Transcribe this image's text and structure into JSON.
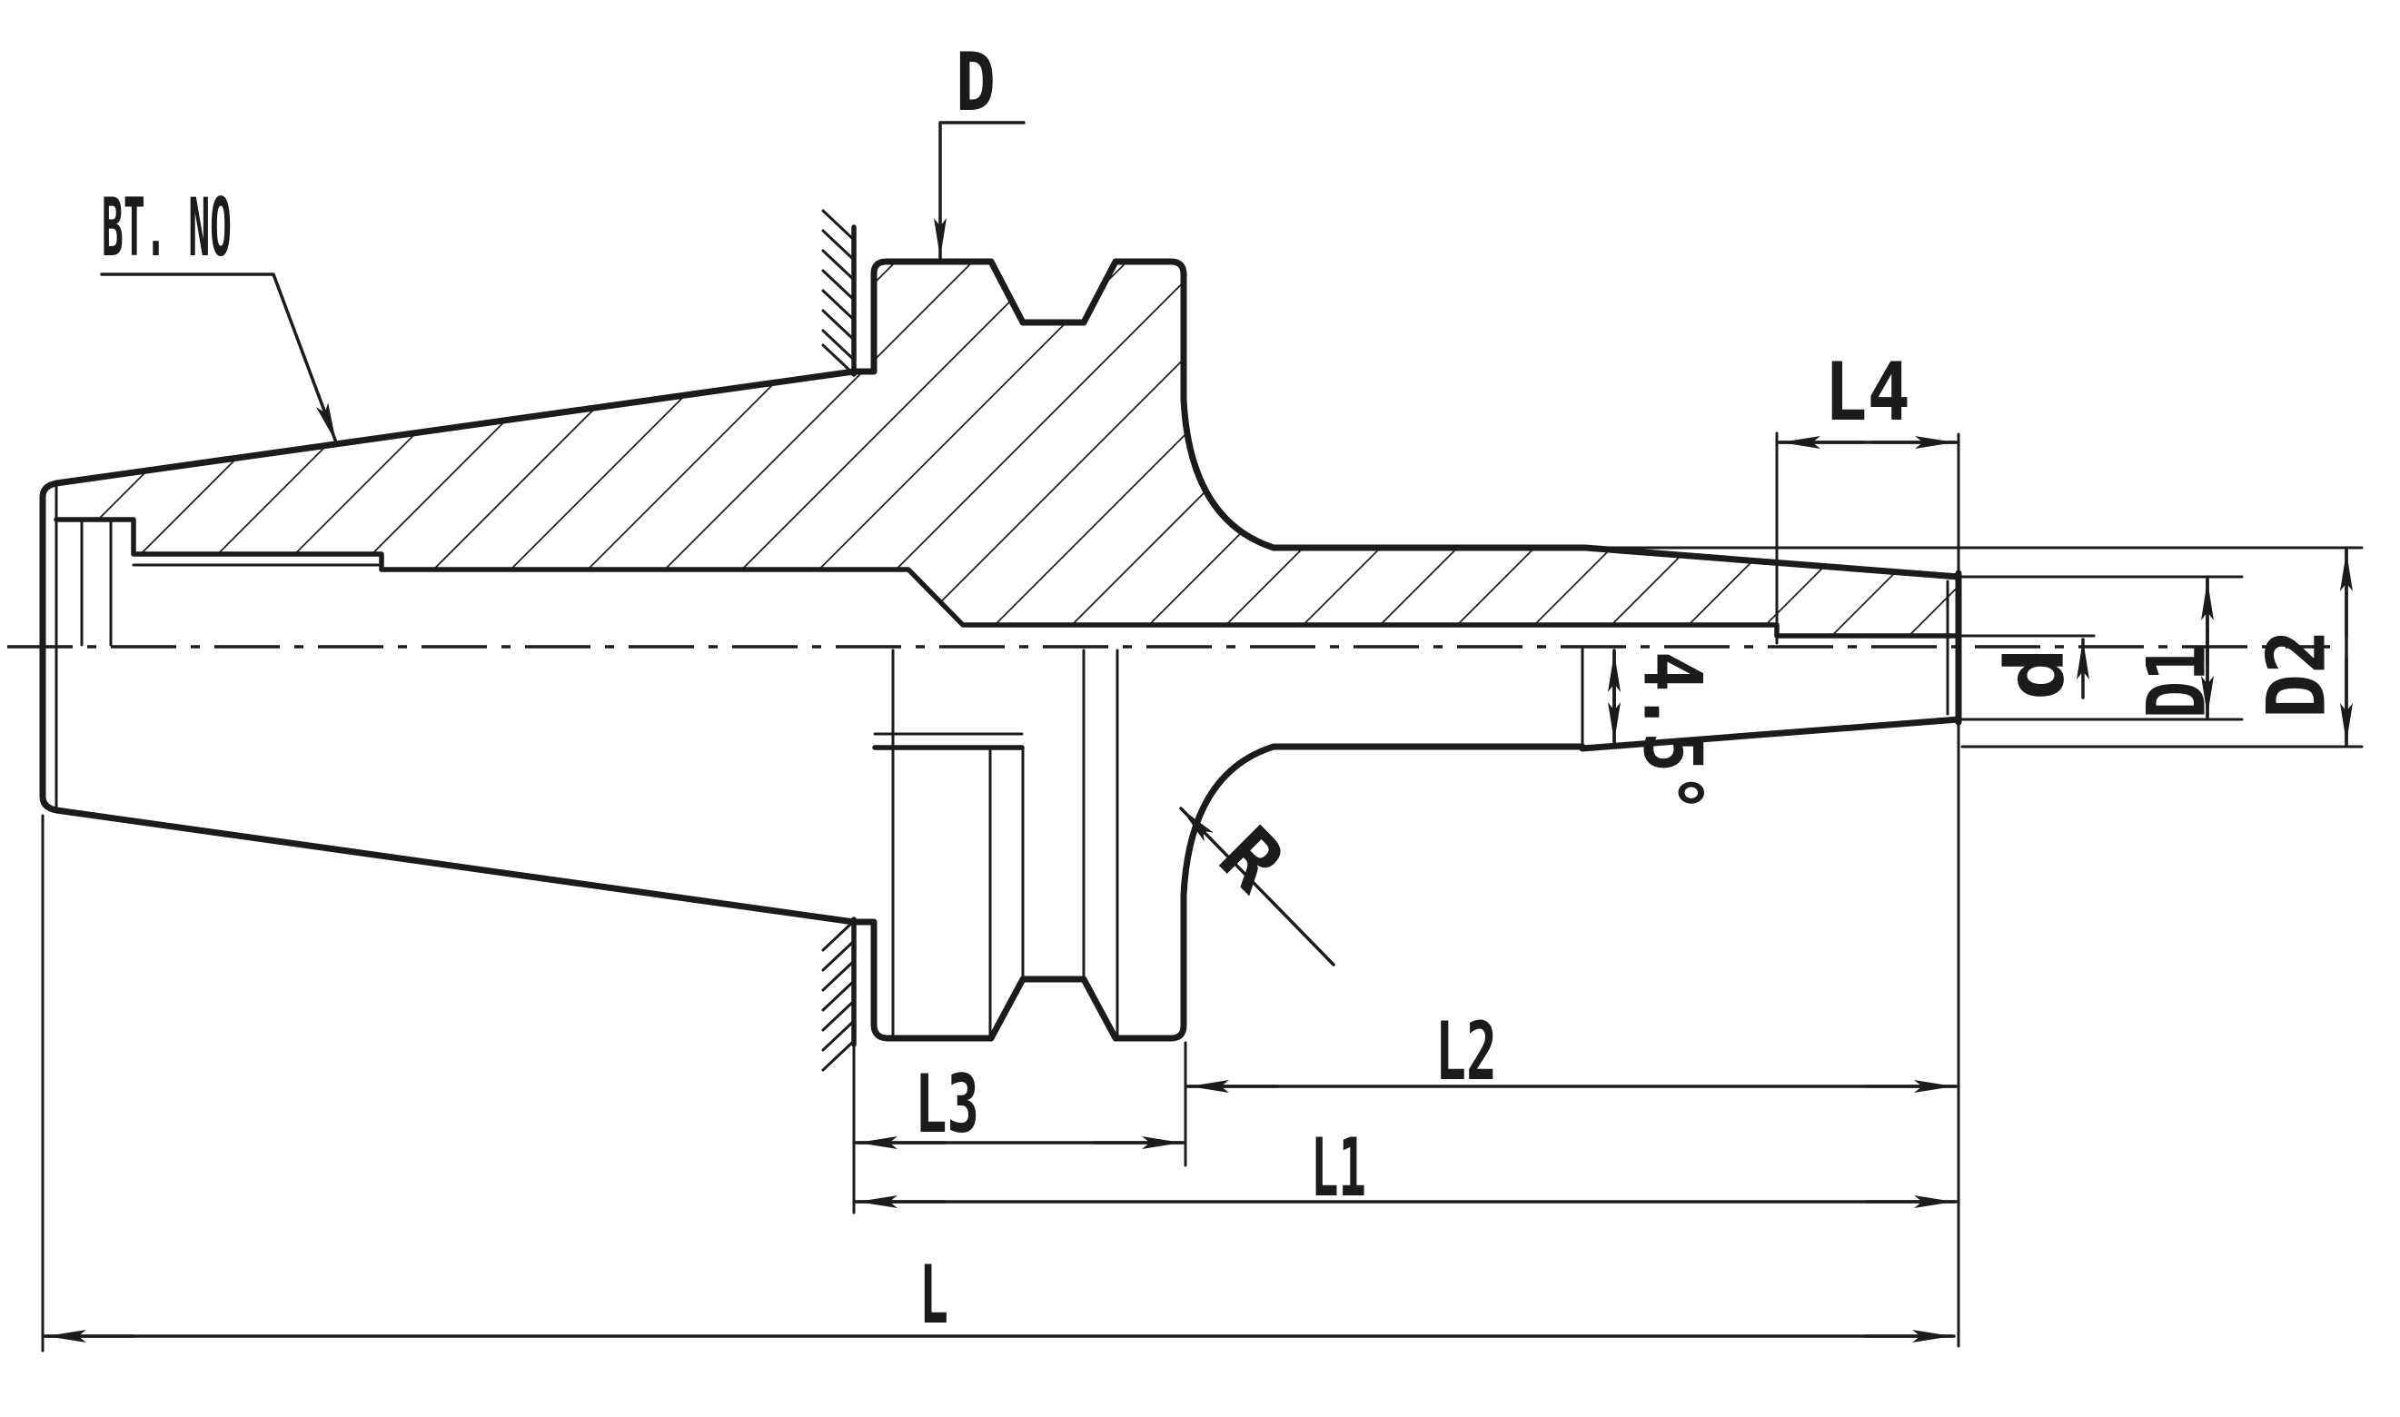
{
  "drawing": {
    "kind": "section-drawing",
    "labels": {
      "shank_type": "BT. NO",
      "flange_diameter": "D",
      "pilot_bore_length": "L4",
      "pilot_bore_diameter": "d",
      "nose_diameter": "D1",
      "body_diameter": "D2",
      "nose_taper_angle": "4.5°",
      "fillet_radius": "R",
      "flange_length": "L3",
      "projection_length": "L2",
      "gauge_length": "L1",
      "overall_length": "L"
    },
    "colors": {
      "ink": "#1b1b1b",
      "paper": "#ffffff"
    }
  }
}
